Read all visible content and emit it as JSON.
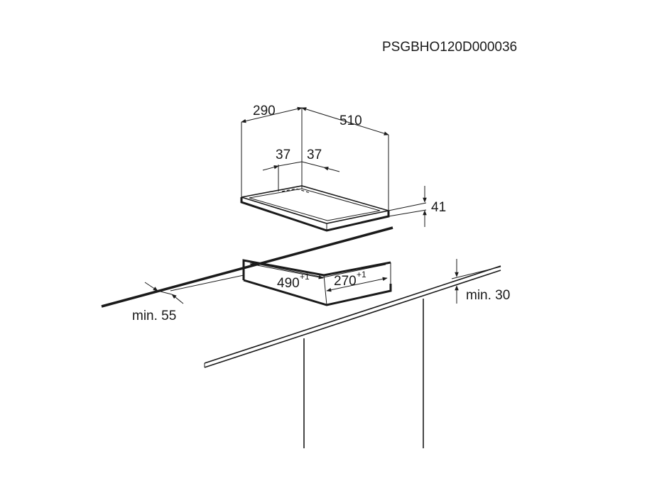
{
  "drawing_code": "PSGBHO120D000036",
  "dimensions": {
    "depth": "290",
    "width": "510",
    "margin_left": "37",
    "margin_right": "37",
    "height": "41",
    "cutout_width": "490",
    "cutout_width_tol": "+1",
    "cutout_depth": "270",
    "cutout_depth_tol": "+1",
    "min_wall": "min. 55",
    "min_edge": "min. 30"
  }
}
